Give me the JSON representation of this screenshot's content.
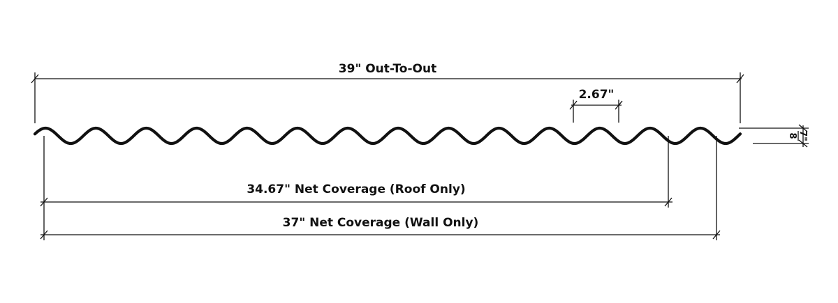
{
  "dimensions": {
    "out_to_out": "39\" Out-To-Out",
    "pitch": "2.67\"",
    "roof_coverage": "34.67\" Net Coverage (Roof Only)",
    "wall_coverage": "37\" Net Coverage (Wall Only)",
    "depth_numerator": "7\"",
    "depth_denominator": "8"
  },
  "profile": {
    "corrugation_count": 14
  }
}
